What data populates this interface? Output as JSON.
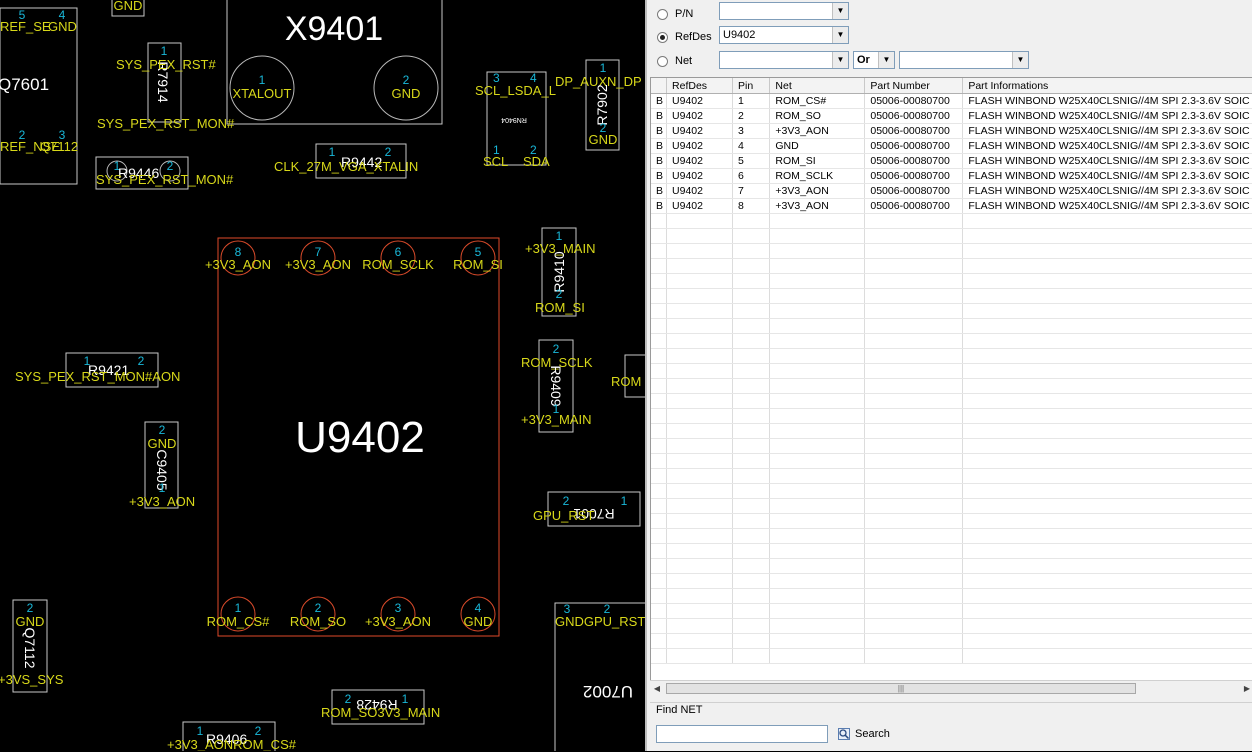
{
  "board": {
    "components": {
      "x9401": "X9401",
      "u9402": "U9402",
      "q7601": "Q7601",
      "r9446": "R9446",
      "r9442": "R9442",
      "r9421": "R9421",
      "r7914": "R7914",
      "r7902": "R7902",
      "rn9404": "RN9404",
      "r9410": "R9410",
      "r9409": "R9409",
      "c9405": "C9405",
      "q7112": "Q7112",
      "r9428": "R9428",
      "r9406": "R9406",
      "r7001": "R7001",
      "u7002": "U7002"
    },
    "nets": {
      "gnd": "GND",
      "ref_se": "REF_SE",
      "sys_pex_rst": "SYS_PEX_RST#",
      "sys_pex_rst_mon": "SYS_PEX_RST_MON#",
      "sys_pex_rst_mon_aon": "SYS_PEX_RST_MON#AON",
      "xtalout": "XTALOUT",
      "scl_lsda_l": "SCL_LSDA_L",
      "scl": "SCL",
      "sda": "SDA",
      "dp_aux": "DP_AUXN_DP",
      "clk_27m": "CLK_27M_VGA_XTALIN",
      "ref_nse": "REF_NSE",
      "q_num": "Q7112",
      "gpu_rst": "GPU_RST",
      "v3v3_main": "+3V3_MAIN",
      "v3v3_aon": "+3V3_AON",
      "rom_sclk": "ROM_SCLK",
      "rom_si": "ROM_SI",
      "rom_so": "ROM_SO",
      "rom_cs": "ROM_CS#",
      "rom_trunc": "ROM",
      "v3vs_sys": "+3VS_SYS",
      "gnd_gpu_rst": "GNDGPU_RST#",
      "rom_so_main": "ROM_SO3V3_MAIN",
      "aon_rom_cs": "+3V3_AONROM_CS#"
    }
  },
  "panel": {
    "radios": [
      {
        "label": "P/N",
        "selected": false,
        "value": ""
      },
      {
        "label": "RefDes",
        "selected": true,
        "value": "U9402"
      },
      {
        "label": "Net",
        "selected": false,
        "value": ""
      }
    ],
    "net_operator": "Or",
    "columns": [
      "",
      "RefDes",
      "Pin",
      "Net",
      "Part Number",
      "Part Informations"
    ],
    "rows": [
      [
        "B",
        "U9402",
        "1",
        "ROM_CS#",
        "05006-00080700",
        "FLASH WINBOND W25X40CLSNIG//4M SPI 2.3-3.6V SOIC"
      ],
      [
        "B",
        "U9402",
        "2",
        "ROM_SO",
        "05006-00080700",
        "FLASH WINBOND W25X40CLSNIG//4M SPI 2.3-3.6V SOIC"
      ],
      [
        "B",
        "U9402",
        "3",
        "+3V3_AON",
        "05006-00080700",
        "FLASH WINBOND W25X40CLSNIG//4M SPI 2.3-3.6V SOIC"
      ],
      [
        "B",
        "U9402",
        "4",
        "GND",
        "05006-00080700",
        "FLASH WINBOND W25X40CLSNIG//4M SPI 2.3-3.6V SOIC"
      ],
      [
        "B",
        "U9402",
        "5",
        "ROM_SI",
        "05006-00080700",
        "FLASH WINBOND W25X40CLSNIG//4M SPI 2.3-3.6V SOIC"
      ],
      [
        "B",
        "U9402",
        "6",
        "ROM_SCLK",
        "05006-00080700",
        "FLASH WINBOND W25X40CLSNIG//4M SPI 2.3-3.6V SOIC"
      ],
      [
        "B",
        "U9402",
        "7",
        "+3V3_AON",
        "05006-00080700",
        "FLASH WINBOND W25X40CLSNIG//4M SPI 2.3-3.6V SOIC"
      ],
      [
        "B",
        "U9402",
        "8",
        "+3V3_AON",
        "05006-00080700",
        "FLASH WINBOND W25X40CLSNIG//4M SPI 2.3-3.6V SOIC"
      ]
    ],
    "find_net": {
      "label": "Find NET",
      "value": "",
      "search_label": "Search"
    }
  }
}
